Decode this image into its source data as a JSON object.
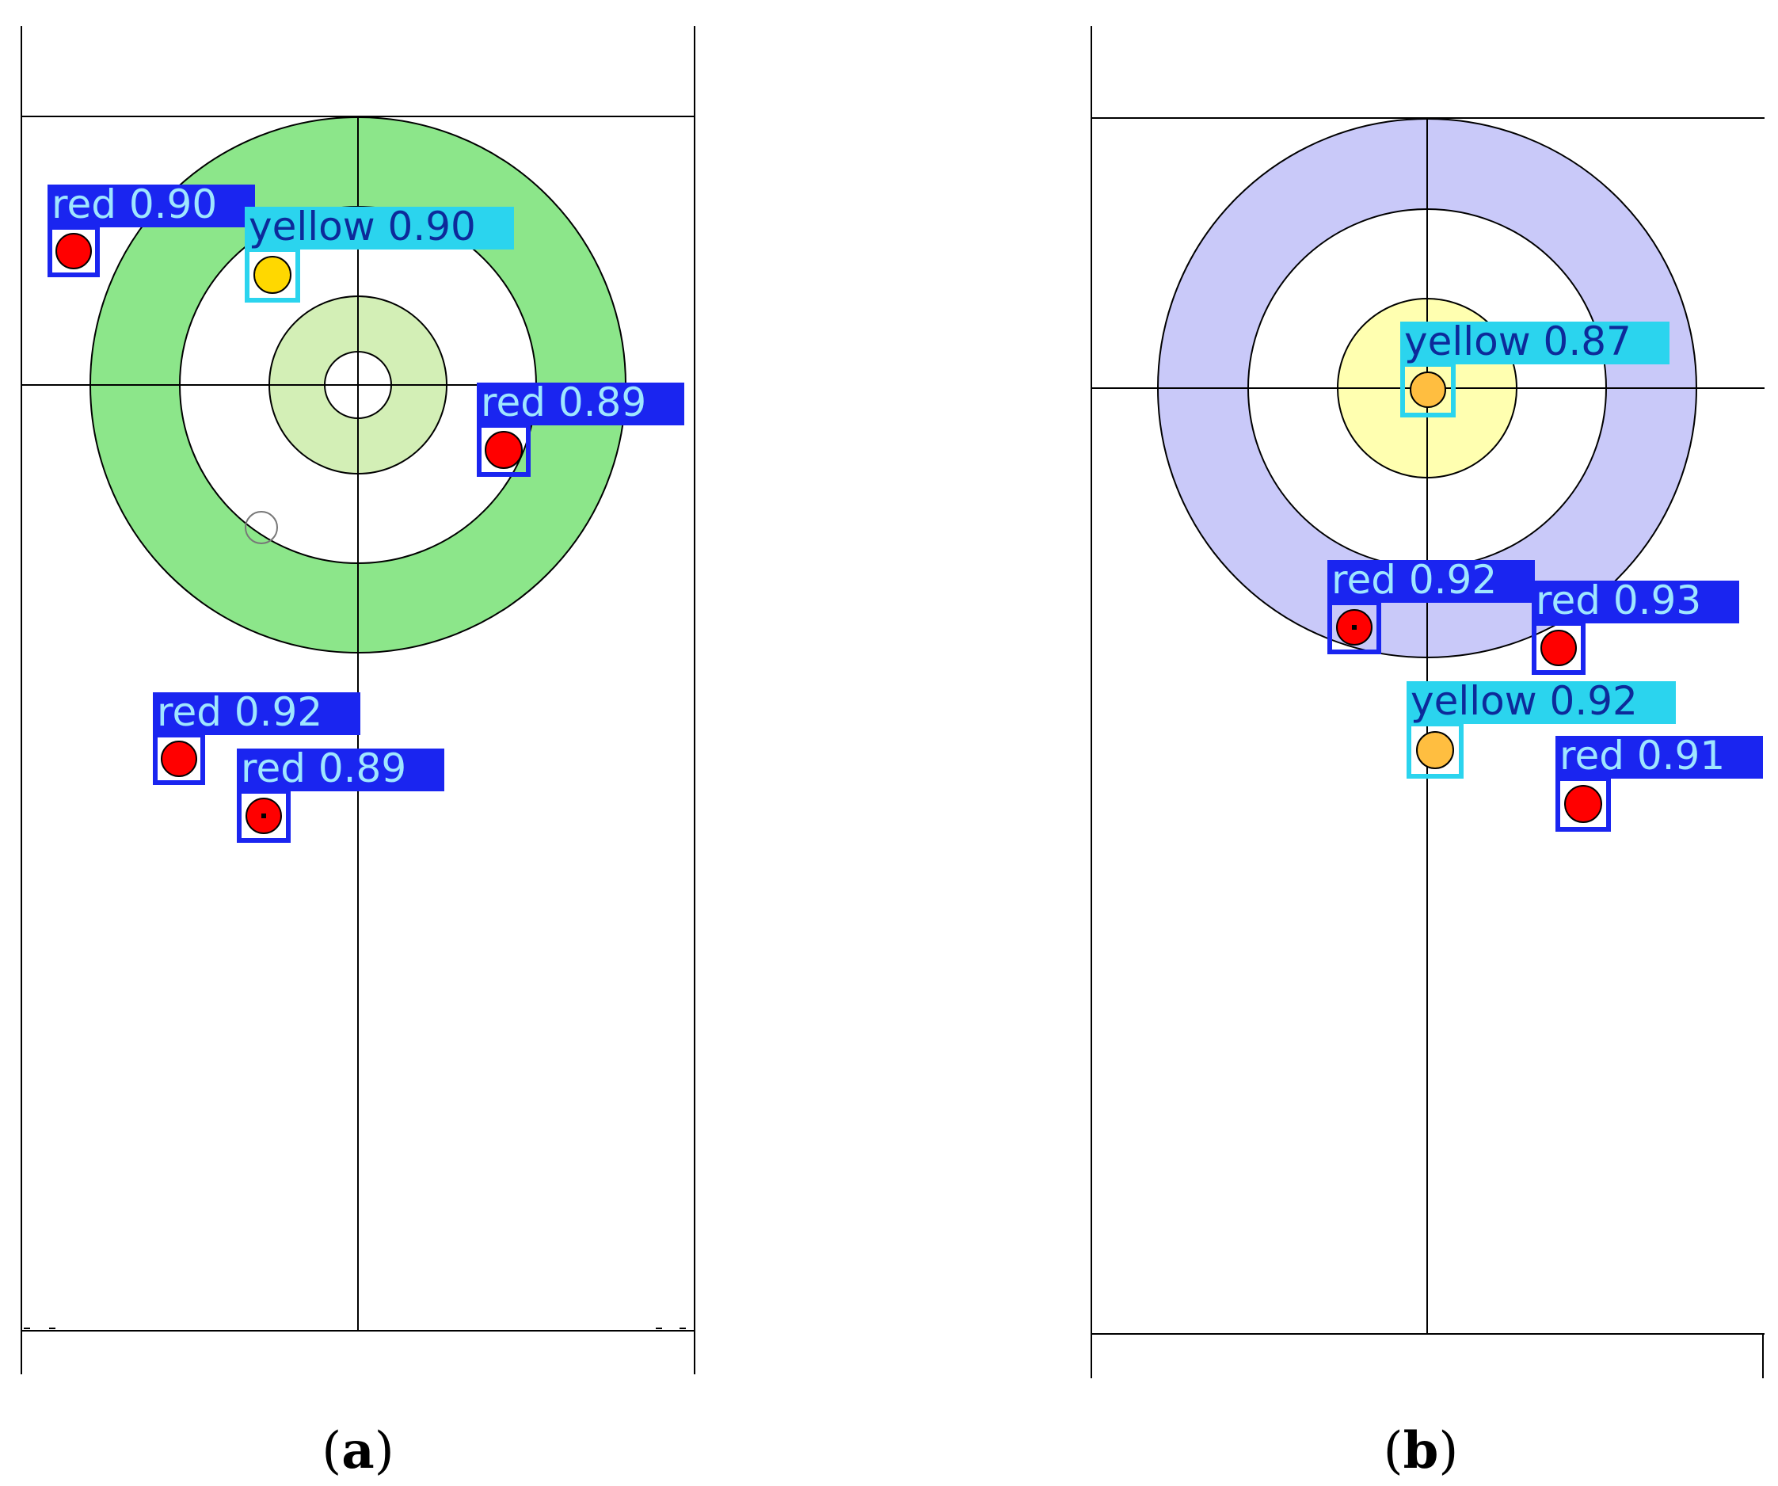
{
  "colors": {
    "line": "#000000",
    "red_box": "#1a25f0",
    "yellow_box": "#2bd4ee",
    "red_stone": "#ff0000",
    "label_text_on_red_box": "#9fe6ff",
    "label_text_on_yellow_box": "#0d2a9a"
  },
  "panels": [
    {
      "id": "a",
      "caption_open": "(",
      "caption_letter": "a",
      "caption_close": ")",
      "ring_colors": {
        "outer": "#8ce68a",
        "middle": "#ffffff",
        "inner": "#d3efb6",
        "button": "#ffffff"
      },
      "detections": [
        {
          "cls": "red",
          "label": "red 0.90",
          "stone_color": "#ff0000"
        },
        {
          "cls": "yellow",
          "label": "yellow 0.90",
          "stone_color": "#ffd800"
        },
        {
          "cls": "red",
          "label": "red 0.89",
          "stone_color": "#ff0000"
        },
        {
          "cls": "red",
          "label": "red 0.92",
          "stone_color": "#ff0000"
        },
        {
          "cls": "red",
          "label": "red 0.89",
          "stone_color": "#ff0000"
        }
      ]
    },
    {
      "id": "b",
      "caption_open": "(",
      "caption_letter": "b",
      "caption_close": ")",
      "ring_colors": {
        "outer": "#c9c9f9",
        "middle": "#ffffff",
        "inner": "#ffffb0",
        "button": "#ffffb0"
      },
      "detections": [
        {
          "cls": "yellow",
          "label": "yellow 0.87",
          "stone_color": "#ffbe40"
        },
        {
          "cls": "red",
          "label": "red 0.92",
          "stone_color": "#ff0000"
        },
        {
          "cls": "red",
          "label": "red 0.93",
          "stone_color": "#ff0000"
        },
        {
          "cls": "yellow",
          "label": "yellow 0.92",
          "stone_color": "#ffbe40"
        },
        {
          "cls": "red",
          "label": "red 0.91",
          "stone_color": "#ff0000"
        }
      ]
    }
  ]
}
